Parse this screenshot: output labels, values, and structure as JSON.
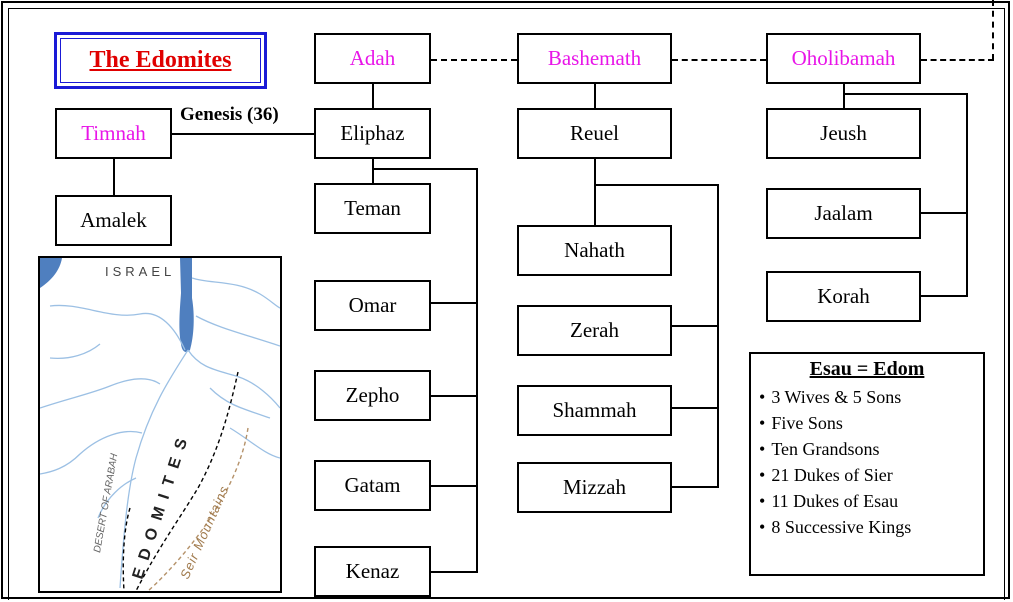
{
  "title": "The Edomites",
  "genesis_label": "Genesis (36)",
  "wives": {
    "adah": "Adah",
    "bashemath": "Bashemath",
    "oholibamah": "Oholibamah",
    "timnah": "Timnah"
  },
  "sons": {
    "eliphaz": "Eliphaz",
    "reuel": "Reuel",
    "jeush": "Jeush",
    "jaalam": "Jaalam",
    "korah": "Korah",
    "amalek": "Amalek"
  },
  "eliphaz_sons": [
    "Teman",
    "Omar",
    "Zepho",
    "Gatam",
    "Kenaz"
  ],
  "reuel_sons": [
    "Nahath",
    "Zerah",
    "Shammah",
    "Mizzah"
  ],
  "map": {
    "israel": "ISRAEL",
    "desert": "DESERT OF ARABAH",
    "edomites": "EDOMITES",
    "mountains": "Seir Mountains"
  },
  "info": {
    "heading": "Esau = Edom",
    "items": [
      "3 Wives & 5 Sons",
      "Five Sons",
      "Ten Grandsons",
      "21 Dukes of Sier",
      "11 Dukes of Esau",
      "8 Successive Kings"
    ]
  },
  "colors": {
    "wife": "#e815e8",
    "title": "#e00000",
    "title_border": "#1a1ad6",
    "water": "#4f7fbf"
  }
}
